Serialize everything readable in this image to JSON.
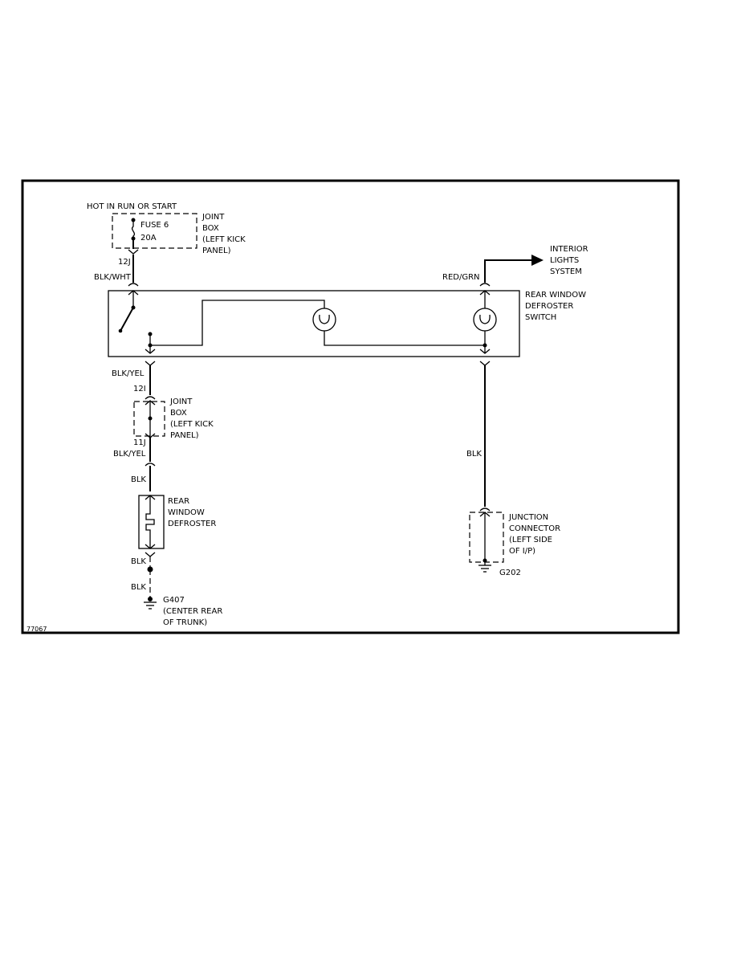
{
  "source_power": {
    "label": "HOT IN RUN OR START"
  },
  "joint_box_upper": {
    "fuse_name": "FUSE 6",
    "fuse_rating": "20A",
    "label_lines": [
      "JOINT",
      "BOX",
      "(LEFT KICK",
      "PANEL)"
    ]
  },
  "joint_box_lower": {
    "label_lines": [
      "JOINT",
      "BOX",
      "(LEFT KICK",
      "PANEL)"
    ]
  },
  "connectors": {
    "c12j_top": "12J",
    "c12i": "12I",
    "c11j": "11J"
  },
  "wires": {
    "blk_wht": "BLK/WHT",
    "blk_yel_upper": "BLK/YEL",
    "blk_yel_lower": "BLK/YEL",
    "blk_upper": "BLK",
    "blk_mid": "BLK",
    "blk_lower": "BLK",
    "red_grn": "RED/GRN",
    "blk_right": "BLK"
  },
  "switch": {
    "label_lines": [
      "REAR WINDOW",
      "DEFROSTER",
      "SWITCH"
    ]
  },
  "interior": {
    "label_lines": [
      "INTERIOR",
      "LIGHTS",
      "SYSTEM"
    ]
  },
  "defroster": {
    "label_lines": [
      "REAR",
      "WINDOW",
      "DEFROSTER"
    ]
  },
  "junction": {
    "label_lines": [
      "JUNCTION",
      "CONNECTOR",
      "(LEFT SIDE",
      "OF I/P)"
    ]
  },
  "grounds": {
    "g407_lines": [
      "G407",
      "(CENTER REAR",
      "OF TRUNK)"
    ],
    "g202": "G202"
  },
  "figure_id": "77067"
}
